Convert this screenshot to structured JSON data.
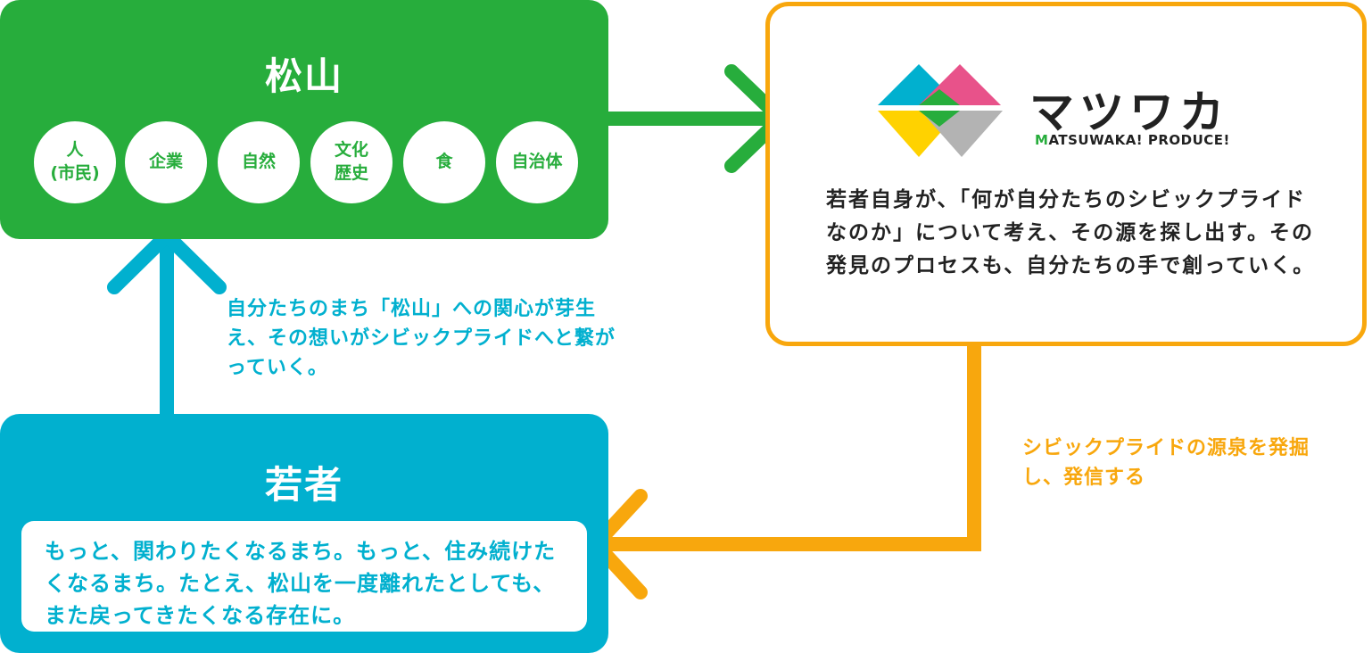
{
  "matsuyama": {
    "title": "松山",
    "circles": [
      {
        "label": "人\n(市民)"
      },
      {
        "label": "企業"
      },
      {
        "label": "自然"
      },
      {
        "label": "文化\n歴史"
      },
      {
        "label": "食"
      },
      {
        "label": "自治体"
      }
    ]
  },
  "matsuwaka": {
    "logo_word": "マツワカ",
    "logo_sub_m": "M",
    "logo_sub_rest": "ATSUWAKA! PRODUCE!",
    "description": "若者自身が、「何が自分たちのシビックプライドなのか」について考え、その源を探し出す。その発見のプロセスも、自分たちの手で創っていく。"
  },
  "wakamono": {
    "title": "若者",
    "text": "もっと、関わりたくなるまち。もっと、住み続けたくなるまち。たとえ、松山を一度離れたとしても、また戻ってきたくなる存在に。"
  },
  "captions": {
    "blue": "自分たちのまち「松山」への関心が芽生え、その想いがシビックプライドへと繋がっていく。",
    "orange": "シビックプライドの源泉を発掘し、発信する"
  },
  "colors": {
    "green": "#27ad3c",
    "blue": "#01b0cf",
    "orange": "#f8a70d",
    "pink": "#e8528a",
    "yellow": "#ffd200",
    "gray": "#b3b3b3"
  }
}
